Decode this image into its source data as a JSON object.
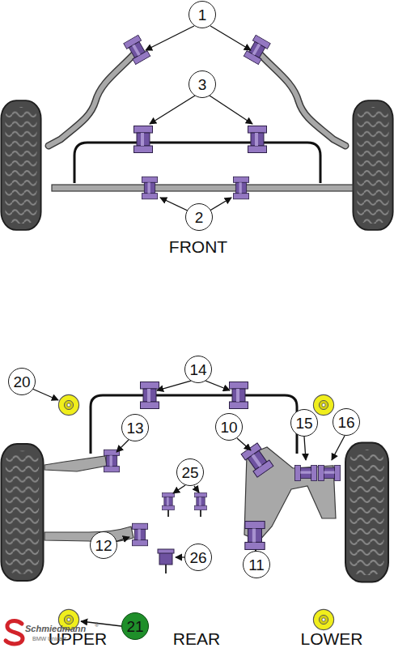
{
  "diagram": {
    "nodes": [
      {
        "text": [
          "1"
        ]
      },
      {
        "text": [
          "3"
        ]
      },
      {
        "text": [
          "2"
        ]
      },
      {
        "text": [
          "14"
        ]
      },
      {
        "text": [
          "20"
        ]
      },
      {
        "text": [
          "13"
        ]
      },
      {
        "text": [
          "10"
        ]
      },
      {
        "text": [
          "15"
        ]
      },
      {
        "text": [
          "16"
        ]
      },
      {
        "text": [
          "25"
        ]
      },
      {
        "text": [
          "12"
        ]
      },
      {
        "text": [
          "26"
        ]
      },
      {
        "text": [
          "11"
        ]
      },
      {
        "text": [
          "21"
        ]
      }
    ],
    "labels": [
      "FRONT",
      "UPPER",
      "REAR",
      "LOWER",
      "Schmiedmann",
      "®",
      "BMW Unicats"
    ]
  }
}
